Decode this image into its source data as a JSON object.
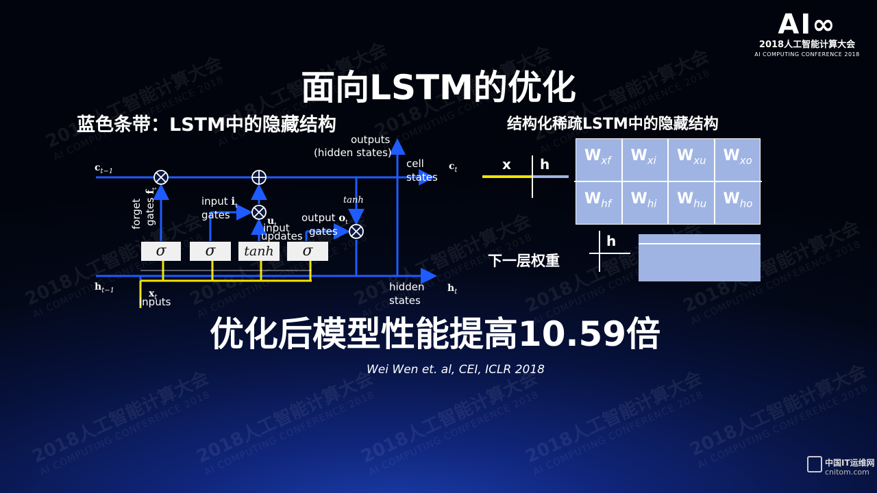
{
  "logo": {
    "mark": "AI∞",
    "cn": "2018人工智能计算大会",
    "en": "AI COMPUTING CONFERENCE 2018"
  },
  "watermark": {
    "cn": "2018人工智能计算大会",
    "en": "AI COMPUTING CONFERENCE 2018"
  },
  "title": "面向LSTM的优化",
  "left_subtitle": "蓝色条带：LSTM中的隐藏结构",
  "right_subtitle": "结构化稀疏LSTM中的隐藏结构",
  "diagram": {
    "c_prev": "c",
    "c_prev_sub": "t−1",
    "c_t": "c",
    "c_t_sub": "t",
    "h_prev": "h",
    "h_prev_sub": "t−1",
    "h_t": "h",
    "h_t_sub": "t",
    "x_t": "x",
    "x_t_sub": "t",
    "outputs_line1": "outputs",
    "outputs_line2": "(hidden states)",
    "cell_line1": "cell",
    "cell_line2": "states",
    "forget_line1": "forget",
    "forget_line2": "gates",
    "f_t": "f",
    "f_t_sub": "t",
    "input_gates_line1": "input",
    "i_t": "i",
    "i_t_sub": "t",
    "input_gates_line2": "gates",
    "u_t": "u",
    "u_t_sub": "t",
    "input_updates_line1": "input",
    "input_updates_line2": "updates",
    "output_gates_line1": "output",
    "o_t": "o",
    "o_t_sub": "t",
    "output_gates_line2": "gates",
    "tanh_label": "tanh",
    "hidden_line1": "hidden",
    "hidden_line2": "states",
    "inputs_label": "inputs",
    "boxes": [
      "σ",
      "σ",
      "tanh",
      "σ"
    ]
  },
  "weights": {
    "x_label": "x",
    "h_label": "h",
    "top_row": [
      {
        "w": "W",
        "sub": "xf"
      },
      {
        "w": "W",
        "sub": "xi"
      },
      {
        "w": "W",
        "sub": "xu"
      },
      {
        "w": "W",
        "sub": "xo"
      }
    ],
    "bottom_row": [
      {
        "w": "W",
        "sub": "hf"
      },
      {
        "w": "W",
        "sub": "hi"
      },
      {
        "w": "W",
        "sub": "hu"
      },
      {
        "w": "W",
        "sub": "ho"
      }
    ],
    "next_layer_label": "下一层权重",
    "next_h_label": "h"
  },
  "headline": "优化后模型性能提高10.59倍",
  "citation": "Wei Wen et. al, CEI, ICLR 2018",
  "footer_logo": {
    "cn": "中国IT运维网",
    "en": "cnitom.com"
  },
  "colors": {
    "blue_line": "#1f5cff",
    "yellow_line": "#f2e400",
    "matrix_fill": "#9fb4e2"
  }
}
